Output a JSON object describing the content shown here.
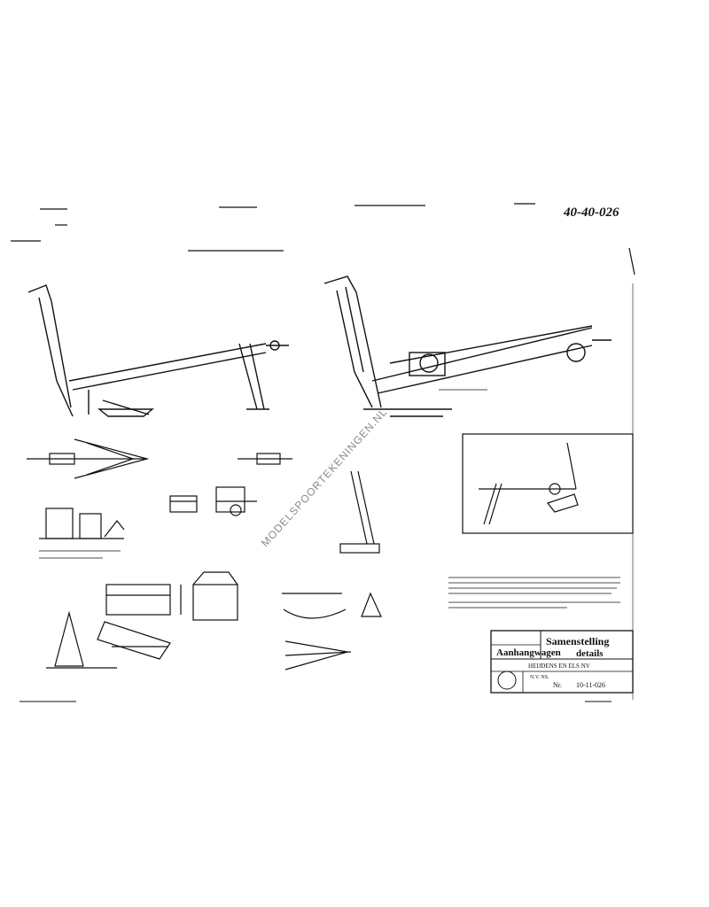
{
  "sheet": {
    "doc_number": "40-40-026",
    "watermark": "MODELSPOORTEKENINGEN.NL",
    "bg_color": "#ffffff",
    "ink_color": "#111111"
  },
  "title_block": {
    "subject": "Aanhangwagen",
    "title_line1": "Samenstelling",
    "title_line2": "details",
    "institution": "HEIJDENS EN ELS NV",
    "sub": "N.V. NS.",
    "drawing_prefix": "Nr.",
    "drawing_no": "10-11-026"
  }
}
